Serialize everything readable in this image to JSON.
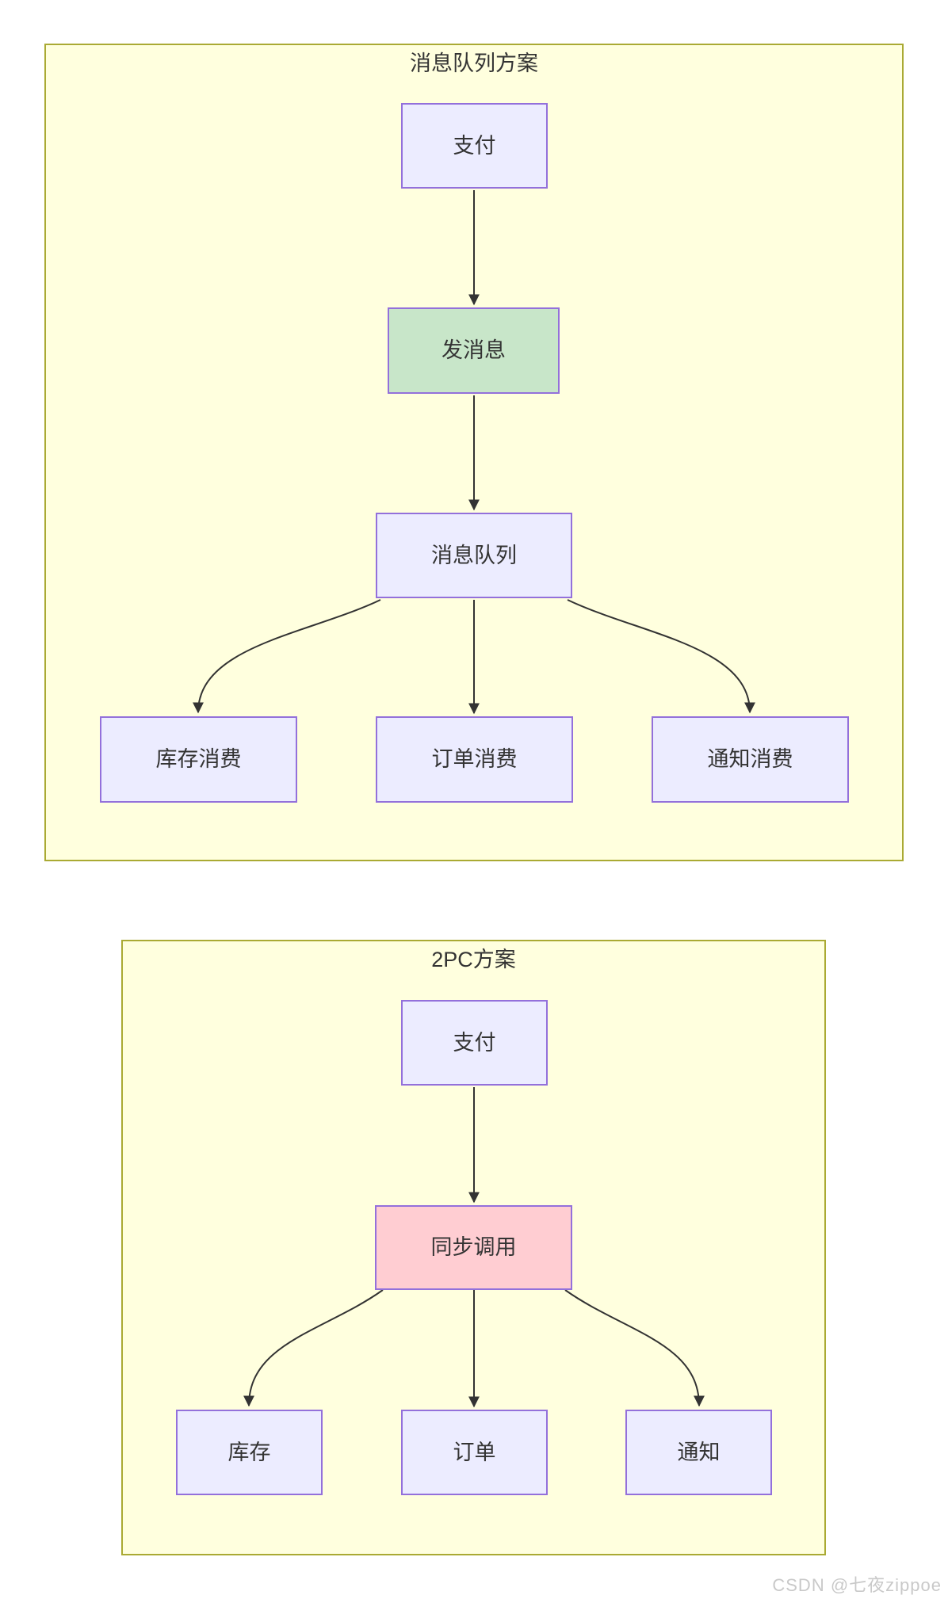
{
  "colors": {
    "cluster_fill": "#ffffde",
    "cluster_border": "#aaaa33",
    "node_fill": "#ECECFF",
    "node_border": "#9370DB",
    "green_node_fill": "#C8E6C9",
    "pink_node_fill": "#FFCDD2",
    "edge_stroke": "#333333",
    "text": "#333333",
    "watermark": "#c9c9c9"
  },
  "diagram1": {
    "title": "消息队列方案",
    "nodes": {
      "pay": "支付",
      "send": "发消息",
      "queue": "消息队列",
      "stock": "库存消费",
      "order": "订单消费",
      "notify": "通知消费"
    }
  },
  "diagram2": {
    "title": "2PC方案",
    "nodes": {
      "pay": "支付",
      "sync": "同步调用",
      "stock": "库存",
      "order": "订单",
      "notify": "通知"
    }
  },
  "watermark": {
    "text": "CSDN @七夜zippoe"
  }
}
